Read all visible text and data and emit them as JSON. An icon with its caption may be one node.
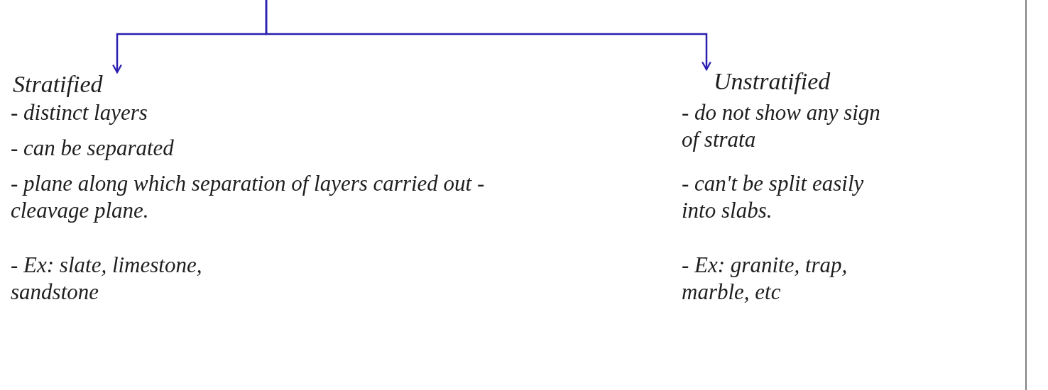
{
  "diagram": {
    "nodes": [
      {
        "text": [
          "Stratified"
        ]
      },
      {
        "text": [
          "Unstratified"
        ]
      }
    ],
    "edges": [
      {
        "from": null,
        "to": 0,
        "arrow": "to"
      },
      {
        "from": null,
        "to": 1,
        "arrow": "to"
      }
    ],
    "labels": [
      "- distinct layers",
      "- can be separated",
      "- plane along which separation of layers carried out - cleavage plane.",
      "- Ex: slate, limestone, sandstone",
      "- do not show any sign of strata",
      "- can't be split easily into slabs.",
      "- Ex: granite, trap, marble, etc"
    ]
  }
}
